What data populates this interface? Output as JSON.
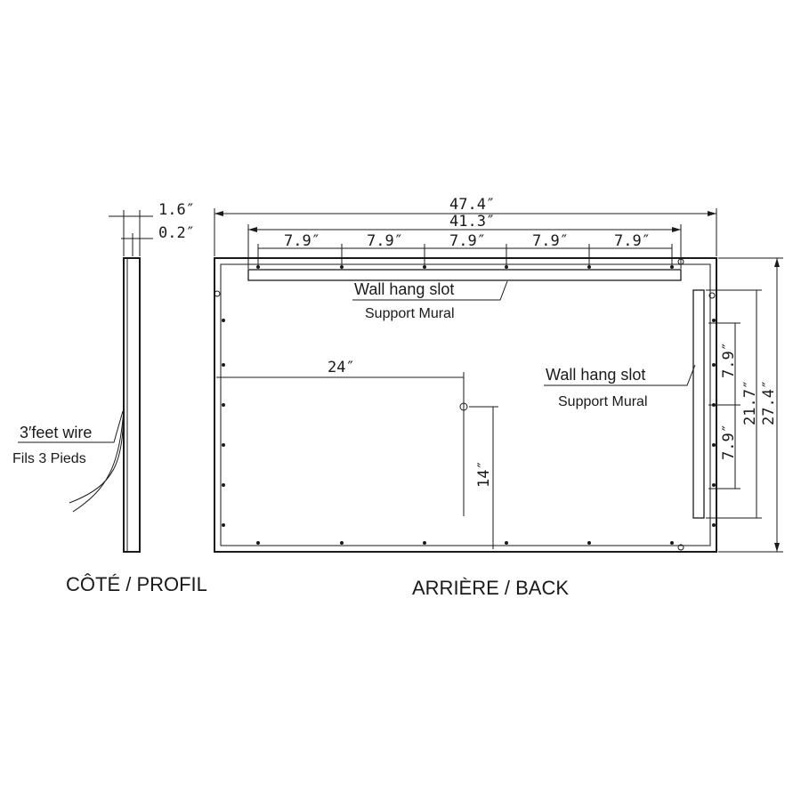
{
  "side_view": {
    "caption": "CÔTÉ / PROFIL",
    "depth_total": "1.6″",
    "depth_frame": "0.2″",
    "wire_label": "3′feet wire",
    "wire_label_fr": "Fils 3 Pieds"
  },
  "back_view": {
    "caption": "ARRIÈRE / BACK",
    "overall_width": "47.4″",
    "top_slot_width": "41.3″",
    "top_hole_spacings": [
      "7.9″",
      "7.9″",
      "7.9″",
      "7.9″",
      "7.9″"
    ],
    "top_slot_label": "Wall hang slot",
    "top_slot_label_fr": "Support Mural",
    "side_slot_label": "Wall hang slot",
    "side_slot_label_fr": "Support Mural",
    "switch_from_left": "24″",
    "switch_from_bottom": "14″",
    "side_spacing_upper": "7.9″",
    "side_spacing_lower": "7.9″",
    "side_slot_height": "21.7″",
    "overall_height": "27.4″"
  }
}
